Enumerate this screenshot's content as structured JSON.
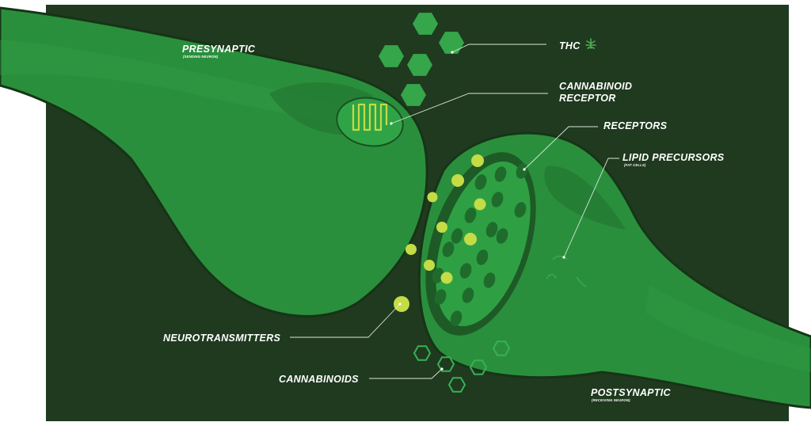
{
  "colors": {
    "background": "#1f3a1f",
    "neuron_body": "#2a8f3c",
    "neuron_shade": "#237a33",
    "neuron_outline": "#173417",
    "thc_hex": "#35a64a",
    "neurotransmitter": "#c4dc45",
    "cannabinoid_outline": "#37b155",
    "receptor_ring": "#1e5a26",
    "receptor_inner": "#2ea043",
    "receptor_spot": "#1f6b2c",
    "label_text": "#ffffff"
  },
  "labels": {
    "presynaptic": "PRESYNAPTIC",
    "presynaptic_sub": "(SENDING NEURON)",
    "thc": "THC",
    "cannabinoid_receptor_line1": "CANNABINOID",
    "cannabinoid_receptor_line2": "RECEPTOR",
    "receptors": "RECEPTORS",
    "lipid_precursors": "LIPID PRECURSORS",
    "lipid_sub": "(FAT CELLS)",
    "neurotransmitters": "NEUROTRANSMITTERS",
    "cannabinoids": "CANNABINOIDS",
    "postsynaptic": "POSTSYNAPTIC",
    "postsynaptic_sub": "(RECEIVING NEURON)"
  },
  "icons": {
    "thc": "cannabis-leaf-icon"
  }
}
